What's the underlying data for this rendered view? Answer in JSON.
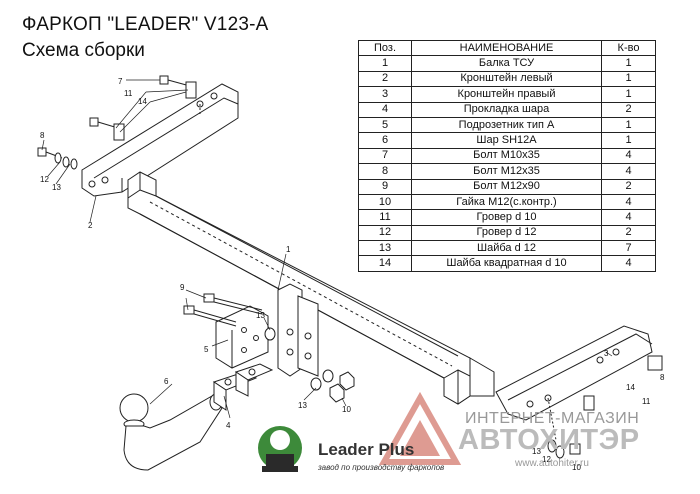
{
  "header": {
    "title": "ФАРКОП \"LEADER\"  V123-A",
    "subtitle": "Схема сборки"
  },
  "parts_table": {
    "headers": [
      "Поз.",
      "НАИМЕНОВАНИЕ",
      "К-во"
    ],
    "rows": [
      [
        "1",
        "Балка ТСУ",
        "1"
      ],
      [
        "2",
        "Кронштейн левый",
        "1"
      ],
      [
        "3",
        "Кронштейн правый",
        "1"
      ],
      [
        "4",
        "Прокладка шара",
        "2"
      ],
      [
        "5",
        "Подрозетник тип А",
        "1"
      ],
      [
        "6",
        "Шар SH12A",
        "1"
      ],
      [
        "7",
        "Болт М10х35",
        "4"
      ],
      [
        "8",
        "Болт М12х35",
        "4"
      ],
      [
        "9",
        "Болт М12х90",
        "2"
      ],
      [
        "10",
        "Гайка М12(с.контр.)",
        "4"
      ],
      [
        "11",
        "Гровер d 10",
        "4"
      ],
      [
        "12",
        "Гровер d 12",
        "2"
      ],
      [
        "13",
        "Шайба d 12",
        "7"
      ],
      [
        "14",
        "Шайба квадратная d 10",
        "4"
      ]
    ]
  },
  "callouts": {
    "c1": "1",
    "c2": "2",
    "c3": "3",
    "c4": "4",
    "c5": "5",
    "c6": "6",
    "c7": "7",
    "c8": "8",
    "c9": "9",
    "c10": "10",
    "c11a": "11",
    "c11b": "11",
    "c12a": "12",
    "c12b": "12",
    "c13a": "13",
    "c13b": "13",
    "c13c": "13",
    "c13d": "13",
    "c14a": "14",
    "c14b": "14",
    "c10b": "10",
    "c8b": "8"
  },
  "logo": {
    "brand": "Leader Plus",
    "tagline": "завод по производству фаркопов"
  },
  "watermark": {
    "sub": "ИНТЕРНЕТ-МАГАЗИН",
    "main": "АВТОХИТЭР",
    "url": "www.autohiter.ru"
  },
  "colors": {
    "line": "#222222",
    "logo_green": "#3d8a3a",
    "watermark_red": "#c44a3a"
  }
}
